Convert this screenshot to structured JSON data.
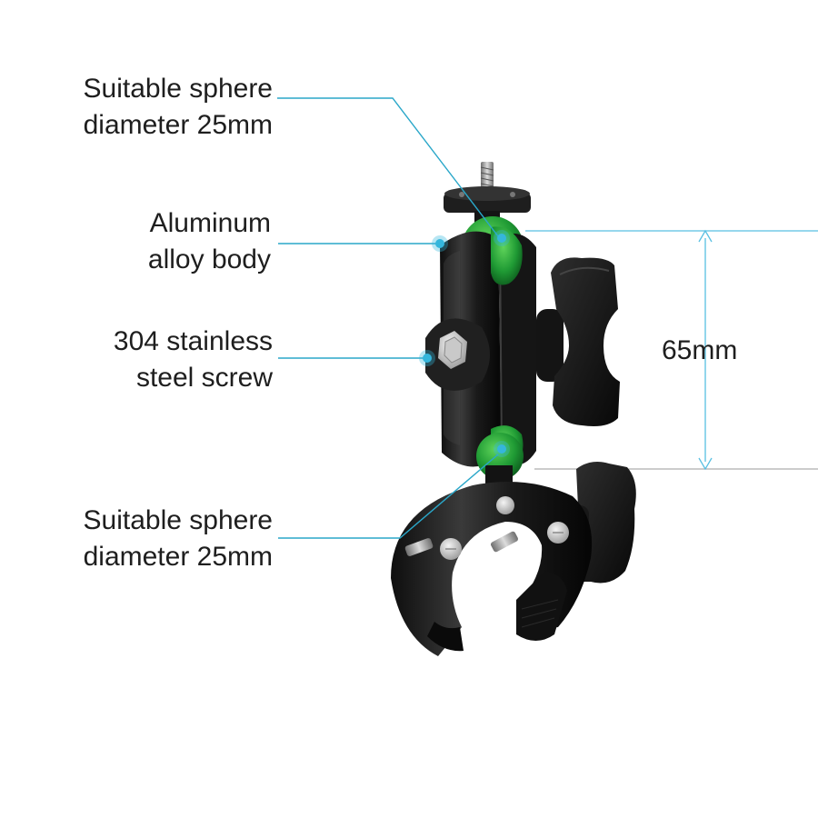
{
  "callouts": {
    "top_sphere": {
      "line1": "Suitable sphere",
      "line2": "diameter 25mm"
    },
    "body": {
      "line1": "Aluminum",
      "line2": "alloy body"
    },
    "screw": {
      "line1": "304 stainless",
      "line2": "steel screw"
    },
    "bottom_sphere": {
      "line1": "Suitable sphere",
      "line2": "diameter 25mm"
    }
  },
  "dimension": {
    "label": "65mm"
  },
  "colors": {
    "callout_line": "#2aa7c9",
    "callout_dot": "#35b6dc",
    "dimension_line": "#58bfe2",
    "ball": "#1f9a34",
    "body": "#1c1c1c"
  }
}
